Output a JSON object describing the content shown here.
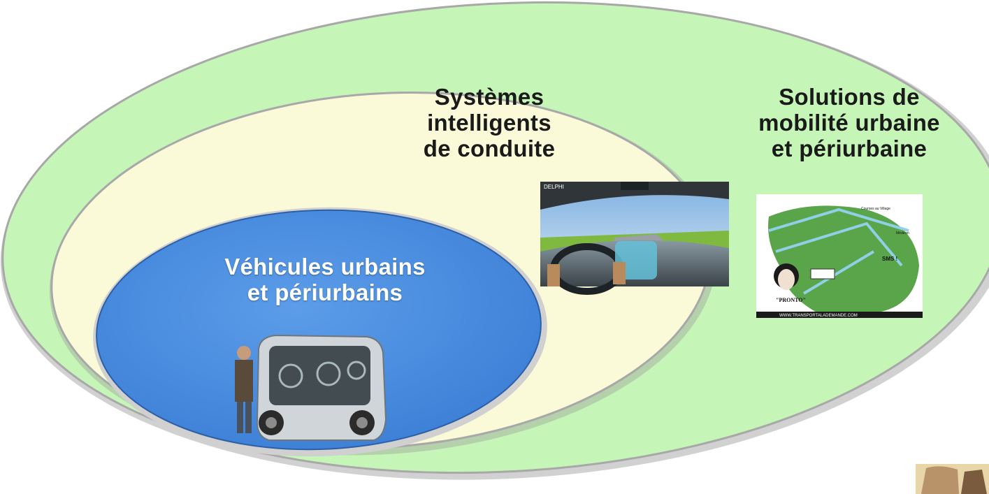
{
  "diagram": {
    "outer_ellipse": {
      "label_lines": [
        "Solutions de",
        "mobilité urbaine",
        "et périurbaine"
      ],
      "fill": "#c6f5b8",
      "stroke": "#b8b8b8"
    },
    "middle_ellipse": {
      "label_lines": [
        "Systèmes",
        "intelligents",
        "de conduite"
      ],
      "fill": "#fafad9",
      "stroke": "#b8b8b8"
    },
    "inner_ellipse": {
      "label_lines": [
        "Véhicules urbains",
        "et périurbains"
      ],
      "fill": "#4a8fe0",
      "stroke": "#c9c9c9"
    },
    "images": {
      "car_dashboard": {
        "icon": "car-dashboard-photo",
        "brand": "DELPHI"
      },
      "mobility_map": {
        "icon": "mobility-map-illustration",
        "labels": [
          "\"PRONTO\"",
          "SMS !",
          "Médecin",
          "Courses au Village",
          "WWW.TRANSPORTALADEMANDE.COM"
        ]
      },
      "shuttle_vehicle": {
        "icon": "urban-shuttle-photo"
      },
      "corner_thumbnail": {
        "icon": "corner-thumbnail-photo"
      }
    }
  }
}
